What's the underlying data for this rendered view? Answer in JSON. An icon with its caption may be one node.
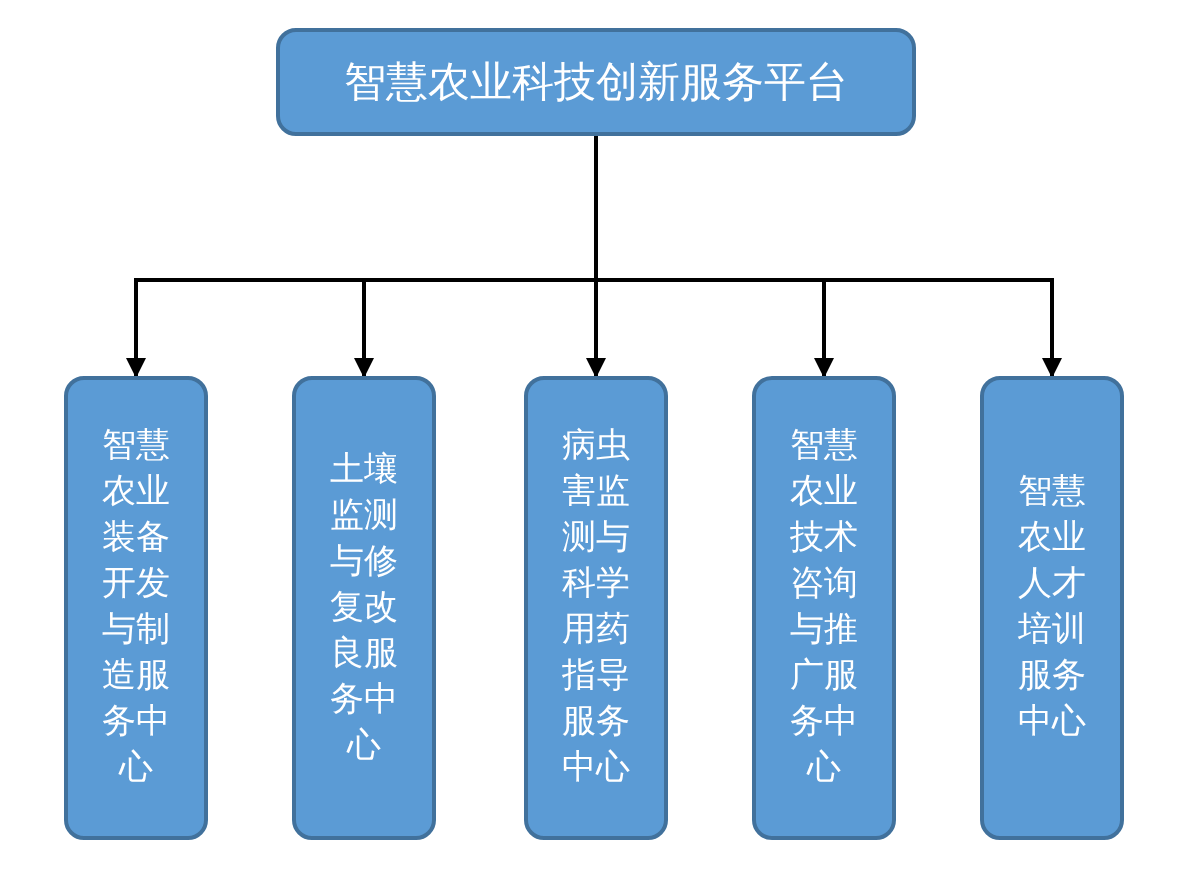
{
  "diagram": {
    "nodes": [
      {
        "text": [
          "智慧农业科技创新服务平台"
        ]
      },
      {
        "text": [
          "智慧农业装备开发与制造服务中心"
        ]
      },
      {
        "text": [
          "土壤监测与修复改良服务中心"
        ]
      },
      {
        "text": [
          "病虫害监测与科学用药指导服务中心"
        ]
      },
      {
        "text": [
          "智慧农业技术咨询与推广服务中心"
        ]
      },
      {
        "text": [
          "智慧农业人才培训服务中心"
        ]
      }
    ],
    "edges": [
      {
        "from": 0,
        "to": 1,
        "arrow": "to"
      },
      {
        "from": 0,
        "to": 2,
        "arrow": "to"
      },
      {
        "from": 0,
        "to": 3,
        "arrow": "to"
      },
      {
        "from": 0,
        "to": 4,
        "arrow": "to"
      },
      {
        "from": 0,
        "to": 5,
        "arrow": "to"
      }
    ]
  }
}
